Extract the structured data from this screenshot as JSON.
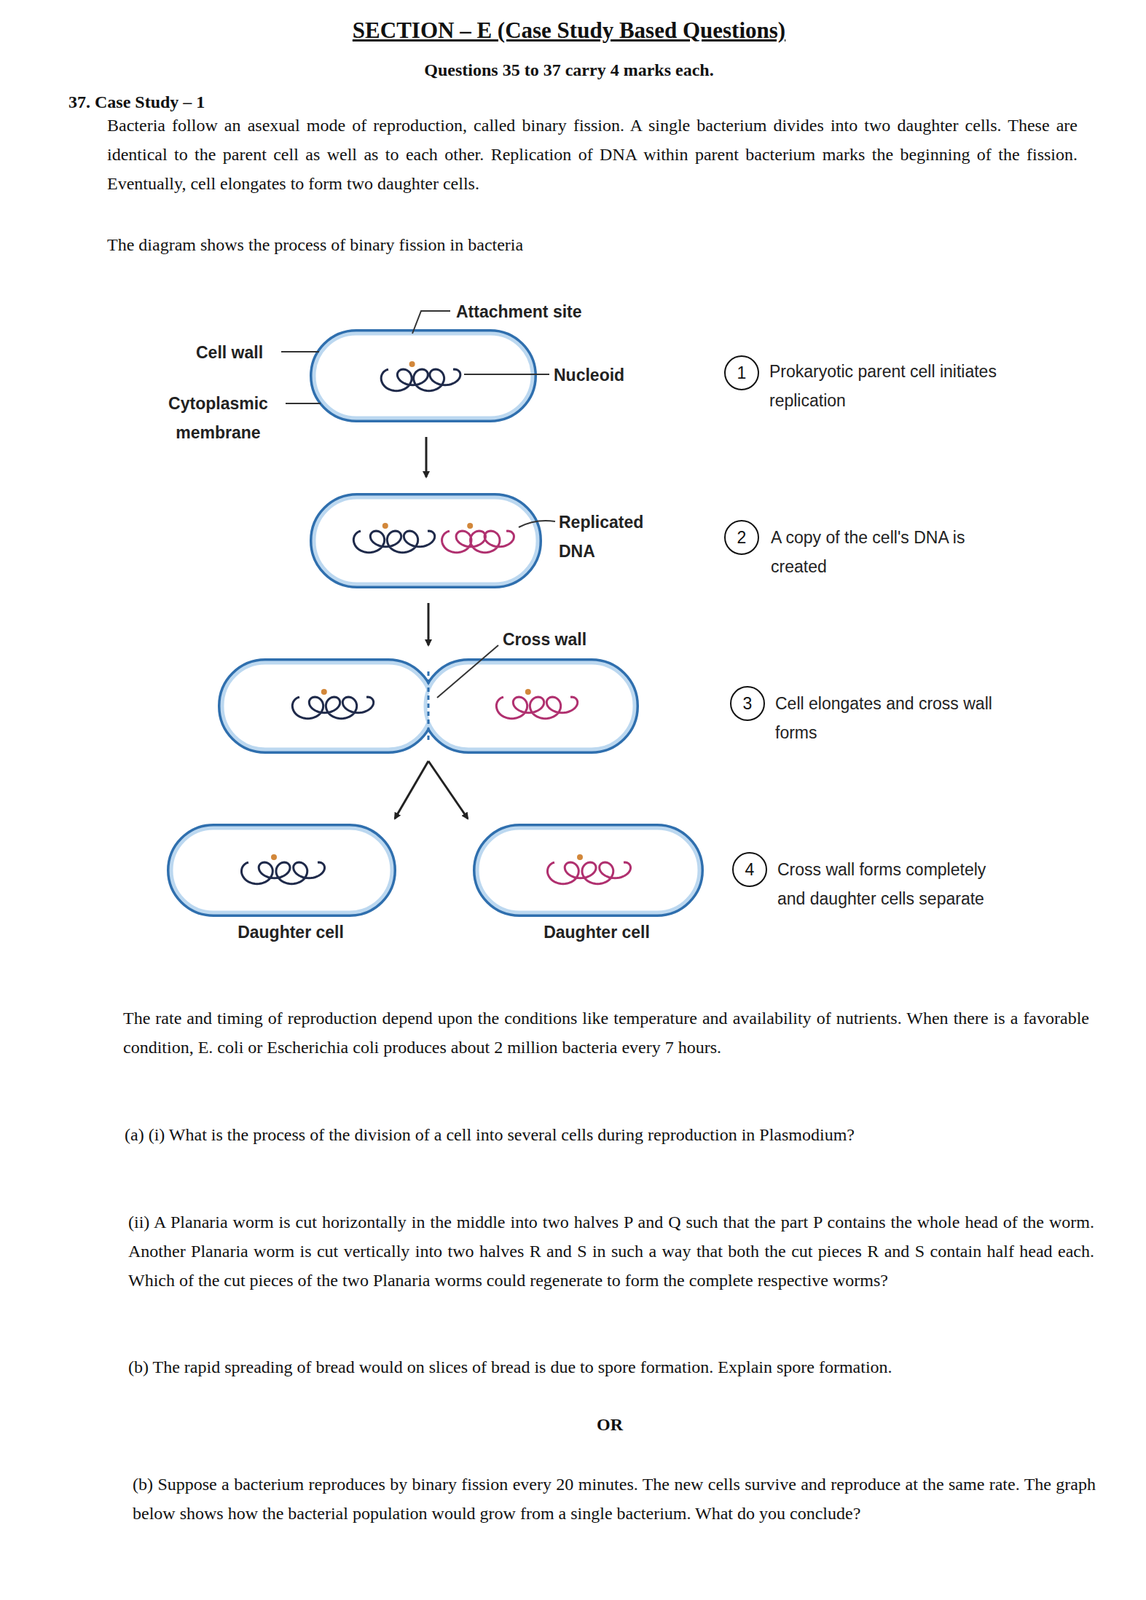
{
  "diagram": {
    "title": "SECTION – E (Case Study Based Questions)",
    "nodes": [
      {
        "text": [
          "1"
        ]
      },
      {
        "text": [
          "2"
        ]
      },
      {
        "text": [
          "3"
        ]
      },
      {
        "text": [
          "4"
        ]
      }
    ],
    "labels": [
      "Questions 35 to 37 carry 4 marks each.",
      "37. Case Study – 1",
      "Bacteria follow an asexual mode of reproduction, called binary fission. A single bacterium divides into two daughter cells. These are identical to the parent cell as well as to each other. Replication of DNA within parent bacterium marks the beginning of the fission. Eventually, cell elongates to form two daughter cells.",
      "The diagram shows the process of binary fission in bacteria",
      "Attachment site",
      "Cell wall",
      "Cytoplasmic membrane",
      "Nucleoid",
      "Prokaryotic parent cell initiates replication",
      "Replicated DNA",
      "A copy of the cell's DNA is created",
      "Cross wall",
      "Cell elongates and cross wall forms",
      "Daughter cell",
      "Daughter cell",
      "Cross wall forms completely and daughter cells separate",
      "The rate and timing of reproduction depend upon the conditions like temperature and availability of nutrients. When there is a favorable condition, E. coli or Escherichia coli produces about 2 million bacteria every 7 hours.",
      "(a) (i) What is the process of the division of a cell into several cells during reproduction in Plasmodium?",
      "(ii) A Planaria worm is cut horizontally in the middle into two halves P and Q such that the part P contains the whole head of the worm. Another Planaria worm is cut vertically into two halves R and S in such a way that both the cut pieces R and S contain half head each. Which of the cut pieces of the two Planaria worms could regenerate to form the complete respective worms?",
      "(b) The rapid spreading of bread would on slices of bread is due to spore formation. Explain spore formation.",
      "OR",
      "(b) Suppose a bacterium reproduces by binary fission every 20 minutes. The new cells survive and reproduce at the same rate. The graph below shows how the bacterial population would grow from a single bacterium. What do you conclude?"
    ]
  }
}
